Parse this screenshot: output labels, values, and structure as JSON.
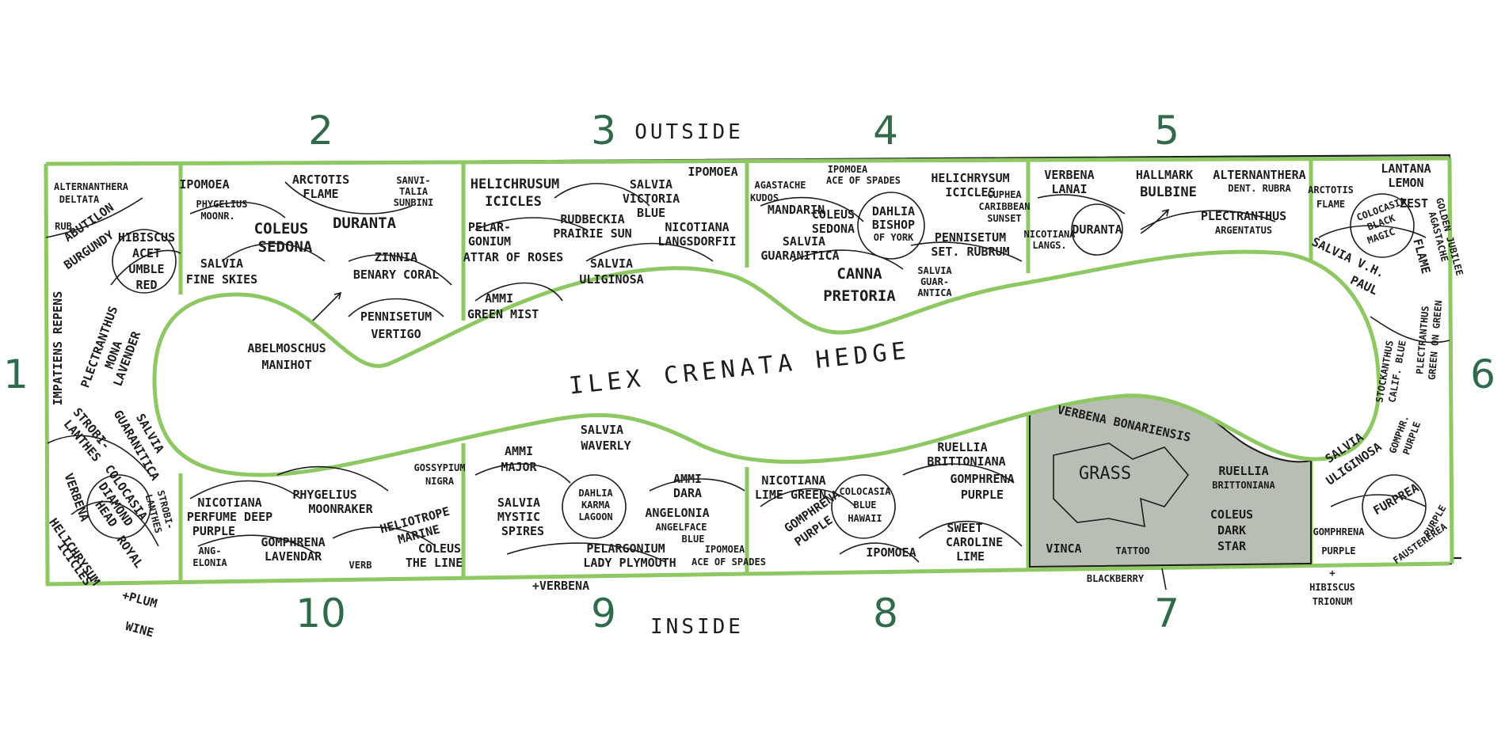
{
  "labels": {
    "outside": "OUTSIDE",
    "inside": "INSIDE",
    "hedge": "ILEX   CRENATA   HEDGE",
    "grass": "GRASS"
  },
  "zones": [
    "1",
    "2",
    "3",
    "4",
    "5",
    "6",
    "7",
    "8",
    "9",
    "10"
  ],
  "plants": {
    "z1": [
      "ALTERNANTHERA",
      "DELTATA",
      "RUB",
      "ABUTILON",
      "BURGUNDY",
      "HIBISCUS",
      "ACET",
      "UMBLE",
      "RED",
      "IMPATIENS REPENS",
      "PLECTRANTHUS",
      "MONA",
      "LAVENDER",
      "STROBI-",
      "LANTHES",
      "SALVIA",
      "GUARANITICA",
      "VERBENA",
      "COLOCASIA",
      "DIAMOND",
      "HEAD",
      "HELICHRYSUM",
      "ICICLES",
      "ROYAL"
    ],
    "z2": [
      "IPOMOEA",
      "PHYGELIUS",
      "MOONR.",
      "ARCTOTIS",
      "FLAME",
      "SANVI-",
      "TALIA",
      "SUNBINI",
      "COLEUS",
      "SEDONA",
      "DURANTA",
      "SALVIA",
      "FINE SKIES",
      "ZINNIA",
      "BENARY CORAL",
      "PENNISETUM",
      "VERTIGO",
      "ABELMOSCHUS",
      "MANIHOT"
    ],
    "z3": [
      "HELICHRUSUM",
      "ICICLES",
      "SALVIA",
      "VICTORIA",
      "BLUE",
      "IPOMOEA",
      "RUDBECKIA",
      "PRAIRIE SUN",
      "PELAR-",
      "GONIUM",
      "ATTAR OF ROSES",
      "NICOTIANA",
      "LANGSDORFII",
      "SALVIA",
      "ULIGINOSA",
      "AMMI",
      "GREEN MIST"
    ],
    "z4": [
      "AGASTACHE",
      "KUDOS",
      "MANDARIN",
      "IPOMOEA",
      "ACE OF SPADES",
      "HELICHRYSUM",
      "ICICLES",
      "COLEUS",
      "SEDONA",
      "DAHLIA",
      "BISHOP",
      "OF YORK",
      "CUPHEA",
      "CARIBBEAN",
      "SUNSET",
      "SALVIA",
      "GUARANITICA",
      "PENNISETUM",
      "SET. RUBRUM",
      "CANNA",
      "PRETORIA",
      "SALVIA",
      "GUAR-",
      "ANTICA"
    ],
    "z5": [
      "VERBENA",
      "LANAI",
      "HALLMARK",
      "BULBINE",
      "ALTERNANTHERA",
      "DENT. RUBRA",
      "DURANTA",
      "PLECTRANTHUS",
      "ARGENTATUS",
      "NICOTIANA",
      "LANGS."
    ],
    "z6": [
      "LANTANA",
      "LEMON",
      "ZEST",
      "ARCTOTIS",
      "FLAME",
      "COLOCASIA",
      "BLACK",
      "MAGIC",
      "SALVIA V.H.",
      "PAUL",
      "AGASTACHE",
      "GOLDEN JUBILEE",
      "FLAME",
      "PLECTRANTHUS",
      "GREEN ON GREEN",
      "STOCKANTHUS",
      "CALIF. BLUE",
      "GOMPHR.",
      "PURPLE",
      "SALVIA",
      "ULIGINOSA",
      "FURPREA",
      "FAUSTEREREA",
      "PURPLE"
    ],
    "z7": [
      "VERBENA BONARIENSIS",
      "RUELLIA",
      "BRITTONIANA",
      "COLEUS",
      "DARK",
      "STAR",
      "VINCA",
      "TATTOO",
      "GOMPHRENA",
      "PURPLE",
      "BLACKBERRY",
      "+",
      "HIBISCUS",
      "TRIONUM"
    ],
    "z8": [
      "RUELLIA",
      "BRITTONIANA",
      "NICOTIANA",
      "LIME GREEN",
      "GOMPHRENA",
      "PURPLE",
      "COLOCASIA",
      "BLUE",
      "HAWAII",
      "SWEET",
      "CAROLINE",
      "LIME",
      "IPOMOEA",
      "GOMPHRENA",
      "PURPLE"
    ],
    "z9": [
      "SALVIA",
      "WAVERLY",
      "AMMI",
      "MAJOR",
      "AMMI",
      "DARA",
      "DAHLIA",
      "KARMA",
      "LAGOON",
      "SALVIA",
      "MYSTIC",
      "SPIRES",
      "ANGELONIA",
      "ANGELFACE",
      "BLUE",
      "PELARGONIUM",
      "LADY PLYMOUTH",
      "IPOMOEA",
      "ACE OF SPADES",
      "+VERBENA"
    ],
    "z10": [
      "NICOTIANA",
      "PERFUME DEEP",
      "PURPLE",
      "PHYGELIUS",
      "MOONRAKER",
      "GOSSYPIUM",
      "NIGRA",
      "HELIOTROPE",
      "MARINE",
      "GOMPHRENA",
      "LAVENDAR",
      "ANG-",
      "ELONIA",
      "VERB",
      "COLEUS",
      "THE LINE",
      "STROBI-",
      "LANTHES",
      "+PLUM",
      "WINE"
    ]
  }
}
